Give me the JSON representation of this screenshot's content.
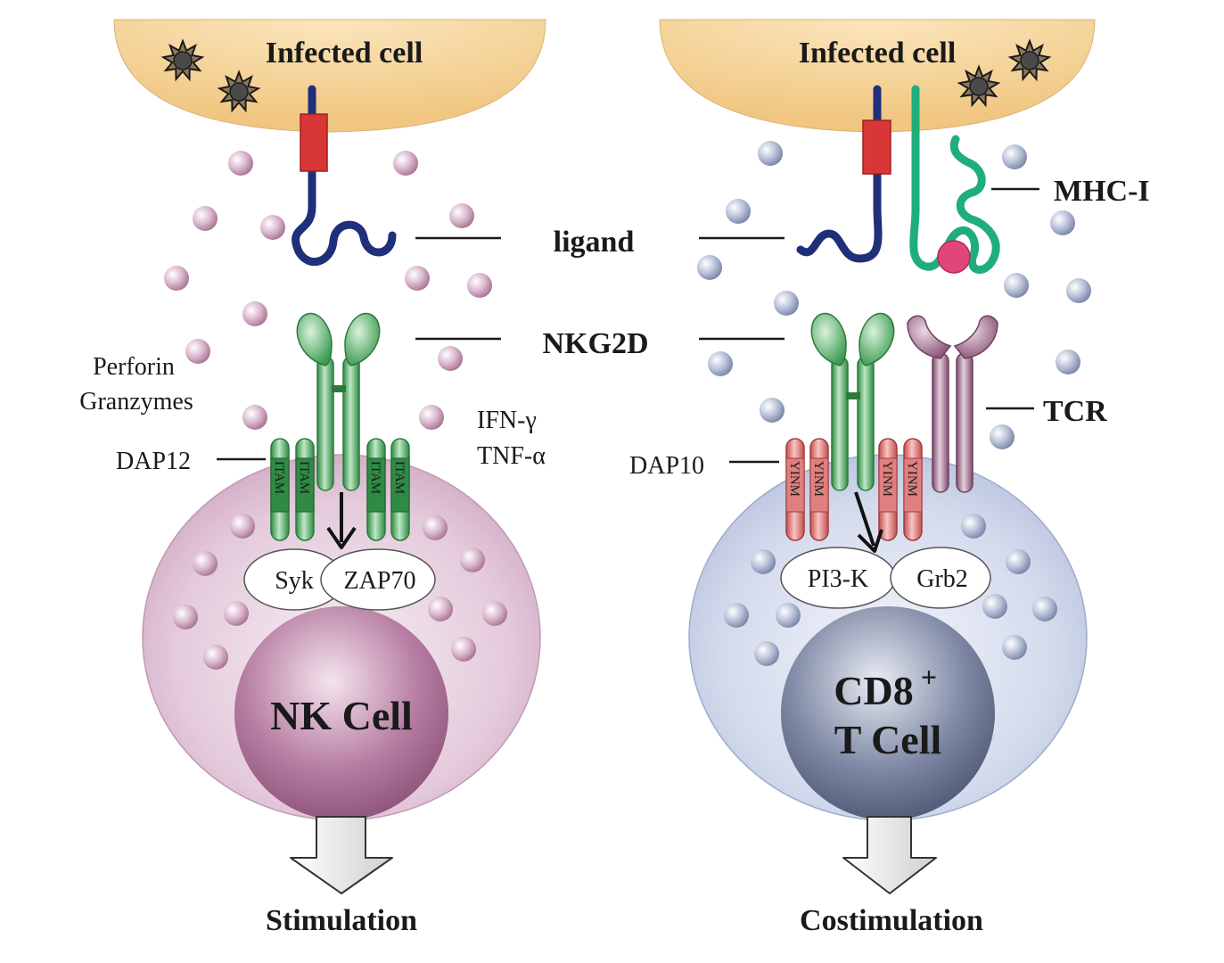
{
  "left_panel": {
    "infected_cell_label": "Infected cell",
    "secreted_label_line1": "Perforin",
    "secreted_label_line2": "Granzymes",
    "cytokine_label_line1": "IFN-γ",
    "cytokine_label_line2": "TNF-α",
    "adaptor_label": "DAP12",
    "motif_label": "ITAM",
    "kinase_1": "Syk",
    "kinase_2": "ZAP70",
    "cell_name": "NK Cell",
    "outcome": "Stimulation"
  },
  "right_panel": {
    "infected_cell_label": "Infected cell",
    "mhc_label": "MHC-I",
    "tcr_label": "TCR",
    "adaptor_label": "DAP10",
    "motif_label": "YINM",
    "kinase_1": "PI3-K",
    "kinase_2": "Grb2",
    "cell_name_line1": "CD8",
    "cell_name_sup": "+",
    "cell_name_line2": "T Cell",
    "outcome": "Costimulation"
  },
  "shared": {
    "ligand_label": "ligand",
    "receptor_label": "NKG2D"
  },
  "colors": {
    "infected_cell_fill": "#f3cf8e",
    "nk_cell_fill": "#d9b8cf",
    "nk_nucleus": "#9b5f86",
    "t_cell_fill": "#c6cfe4",
    "t_nucleus": "#5a6480",
    "receptor_green": "#4daa5e",
    "ligand_blue": "#1f2f7a",
    "ligand_red": "#d93636",
    "mhc_green": "#1fae7a",
    "peptide_pink": "#e2457a",
    "tcr_purple": "#9e6a8c",
    "dap10_pink": "#e07f7f",
    "nk_granule": "#c99ab8",
    "t_granule": "#9aa6c4"
  },
  "icons": {
    "virus": "virus-star-icon",
    "arrow_down": "arrow-down-icon",
    "outcome_arrow": "block-arrow-down-icon"
  }
}
